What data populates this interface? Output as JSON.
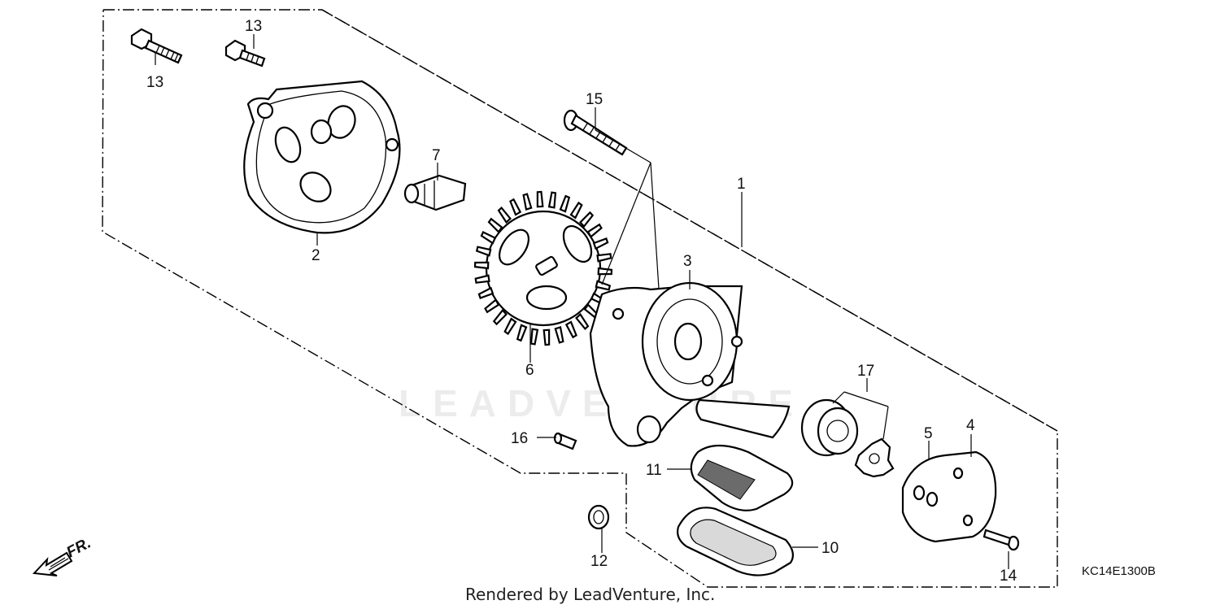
{
  "diagram": {
    "callouts": {
      "p1": "1",
      "p2": "2",
      "p3": "3",
      "p4": "4",
      "p5": "5",
      "p6": "6",
      "p7": "7",
      "p10": "10",
      "p11": "11",
      "p12": "12",
      "p13a": "13",
      "p13b": "13",
      "p14": "14",
      "p15": "15",
      "p16": "16",
      "p17": "17"
    },
    "diagram_code": "KC14E1300B",
    "direction_label": "FR.",
    "watermark": "LEADVENTURE",
    "credit": "Rendered by LeadVenture, Inc."
  }
}
